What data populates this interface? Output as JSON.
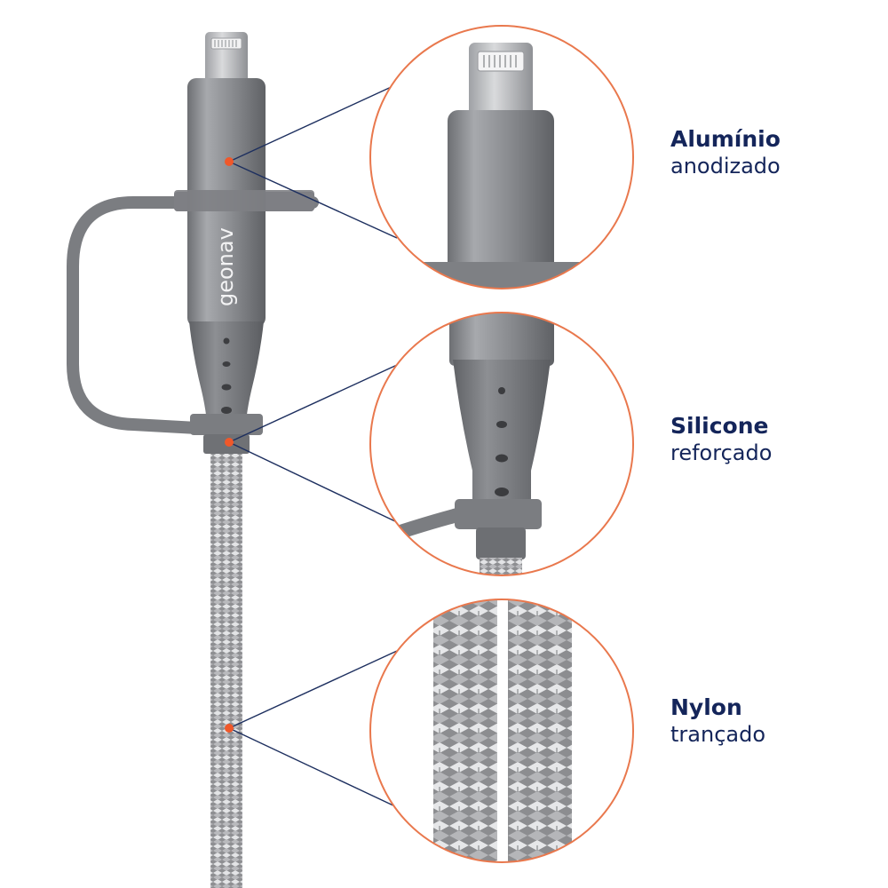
{
  "brand": {
    "name": "geonav"
  },
  "features": [
    {
      "title": "Alumínio",
      "subtitle": "anodizado"
    },
    {
      "title": "Silicone",
      "subtitle": "reforçado"
    },
    {
      "title": "Nylon",
      "subtitle": "trançado"
    }
  ],
  "colors": {
    "accent_orange": "#f0582a",
    "circle_border": "#e9784d",
    "leader_line": "#1d2f5f",
    "text_navy": "#14255a",
    "aluminium": "#8a8c90",
    "silicone": "#7b7d81",
    "braid_light": "#e1e2e4",
    "braid_dark": "#8e8f92"
  },
  "icons": [
    "lightning-connector-icon",
    "usb-c-adapter-icon",
    "braided-cable-icon"
  ]
}
